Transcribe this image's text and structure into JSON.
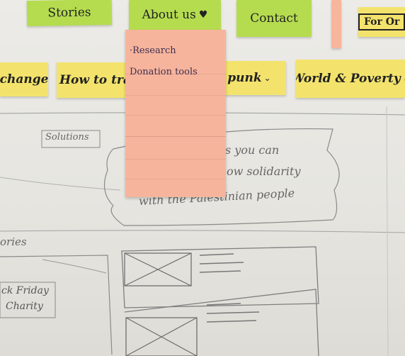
{
  "nav_top": {
    "stories": "Stories",
    "about": "About us",
    "contact": "Contact",
    "for_org": "For Or"
  },
  "nav_second": {
    "change": "change",
    "how_to": "How to tra",
    "punk": "punk",
    "world_poverty": "World & Poverty"
  },
  "dropdown": {
    "items": [
      "·Research",
      "Donation tools"
    ]
  },
  "sketch": {
    "solutions_label": "Solutions",
    "speech_line1": "s you can",
    "speech_line2": "ow solidarity",
    "speech_line3": "with the Palestinian people",
    "stories_label": "ories",
    "card_text_line1": "ck Friday",
    "card_text_line2": "Charity"
  },
  "colors": {
    "green_note": "#b5dc4f",
    "yellow_note": "#f3e36c",
    "pink_note": "#f7b59b",
    "paper": "#e9e8e4",
    "pencil": "#777777"
  }
}
